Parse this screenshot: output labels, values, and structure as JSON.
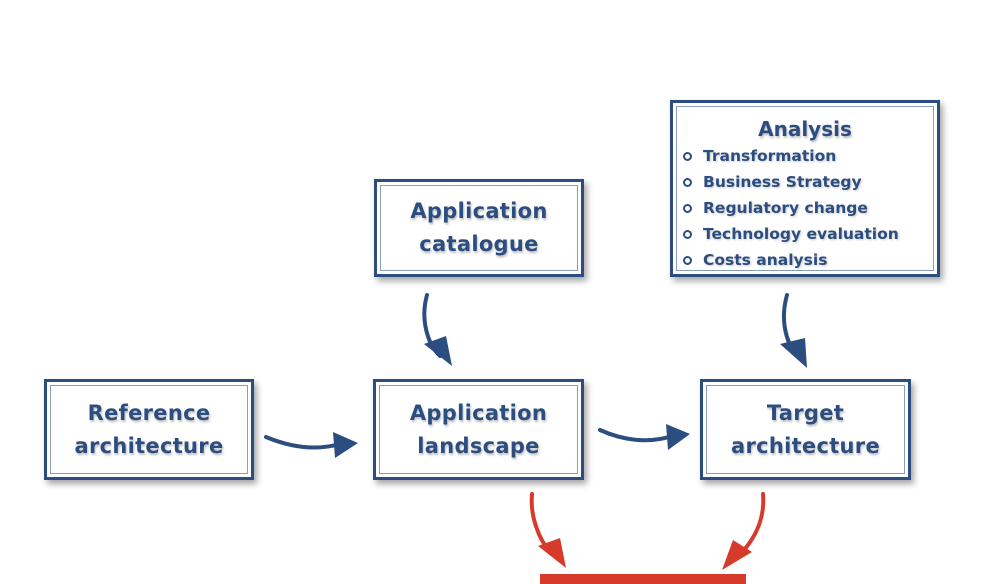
{
  "boxes": {
    "catalogue": "Application\ncatalogue",
    "reference": "Reference\narchitecture",
    "landscape": "Application\nlandscape",
    "target": "Target\narchitecture"
  },
  "analysis": {
    "title": "Analysis",
    "items": [
      "Transformation",
      "Business Strategy",
      "Regulatory change",
      "Technology evaluation",
      "Costs analysis"
    ]
  },
  "colors": {
    "blue": "#2c4d80",
    "red": "#d63a2a"
  }
}
